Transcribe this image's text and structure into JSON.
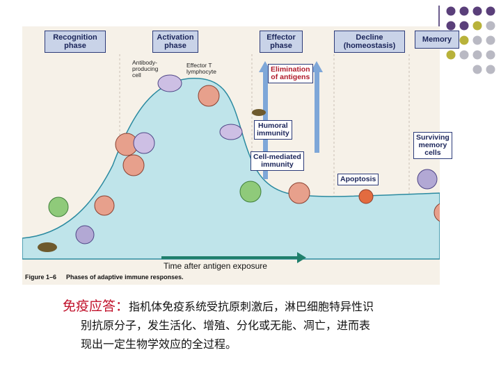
{
  "phases": [
    "Recognition\nphase",
    "Activation\nphase",
    "Effector\nphase",
    "Decline\n(homeostasis)",
    "Memory"
  ],
  "labels": {
    "antibody_cell": "Antibody-\nproducing\ncell",
    "effector_t": "Effector T\nlymphocyte",
    "elimination": "Elimination\nof antigens",
    "humoral": "Humoral\nimmunity",
    "cell_mediated": "Cell-mediated\nimmunity",
    "apoptosis": "Apoptosis",
    "memory_cells": "Surviving\nmemory\ncells"
  },
  "xlabel": "Time after antigen exposure",
  "caption": {
    "figure": "Figure 1–6",
    "title": "Phases of adaptive immune responses."
  },
  "definition": {
    "term": "免疫应答：",
    "line1": "指机体免疫系统受抗原刺激后，淋巴细胞特异性识",
    "line2": "别抗原分子，发生活化、增殖、分化或无能、凋亡，进而表",
    "line3": "现出一定生物学效应的全过程。"
  },
  "colors": {
    "dot_purple": "#5a3f7a",
    "dot_olive": "#b8b23a",
    "dot_gray": "#b9b9c3"
  }
}
